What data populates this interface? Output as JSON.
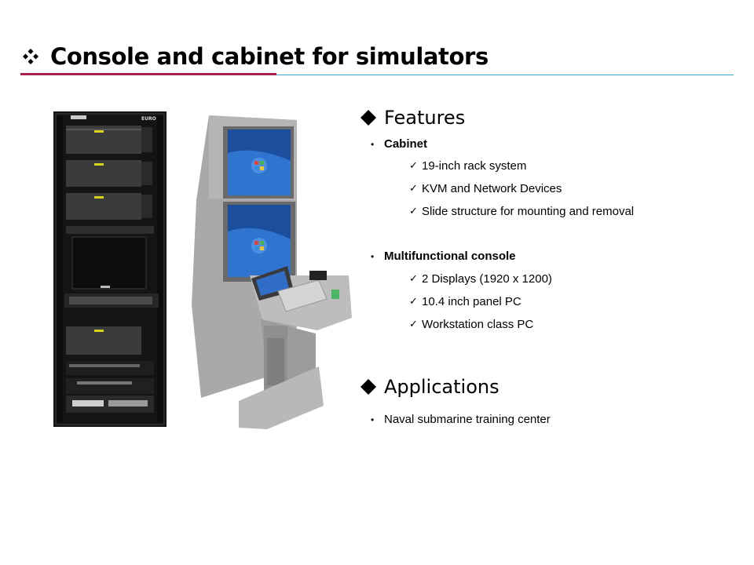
{
  "header": {
    "title": "Console and cabinet for simulators"
  },
  "features": {
    "heading": "Features",
    "groups": [
      {
        "label": "Cabinet",
        "items": [
          "19-inch rack system",
          "KVM and Network Devices",
          "Slide structure for mounting and removal"
        ]
      },
      {
        "label": "Multifunctional console",
        "items": [
          "2 Displays (1920 x 1200)",
          "10.4 inch panel PC",
          "Workstation class PC"
        ]
      }
    ]
  },
  "applications": {
    "heading": "Applications",
    "items": [
      "Naval submarine training center"
    ]
  },
  "images": {
    "cabinet_brand": "EURO"
  },
  "colors": {
    "accent_red": "#a8214a",
    "accent_blue": "#3aa9c9"
  }
}
